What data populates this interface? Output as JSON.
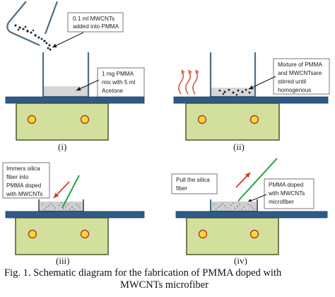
{
  "figure": {
    "caption_line1": "Fig. 1.  Schematic diagram for the fabrication of PMMA doped with",
    "caption_line2": "MWCNTs microfiber"
  },
  "colors": {
    "plate": "#2e5a86",
    "base_fill": "#d3df9c",
    "base_stroke": "#3f4e22",
    "knob_fill": "#f3dc32",
    "knob_stroke": "#b03a2c",
    "beaker_stroke": "#4d6e87",
    "solution": "#d6d6d6",
    "heat_arrow": "#d56a4f",
    "fiber_green": "#1fa347",
    "pull_arrow": "#d33a2a"
  },
  "panels": [
    {
      "label": "(i)",
      "annotations": [
        [
          "0.1 ml MWCNTs",
          "added into PMMA"
        ],
        [
          "1 mg PMMA",
          "mix with 5 ml",
          "Acetone"
        ]
      ]
    },
    {
      "label": "(ii)",
      "annotations": [
        [
          "Mixture of PMMA",
          "and MWCNTsare",
          "stirred until",
          "homogenous"
        ]
      ]
    },
    {
      "label": "(iii)",
      "annotations": [
        [
          "Immers silica",
          "fiber into",
          "PMMA doped",
          "with MWCNTs"
        ]
      ]
    },
    {
      "label": "(iv)",
      "annotations": [
        [
          "Pull the silica",
          "fiber"
        ],
        [
          "PMMA doped",
          "with MWCNTs",
          "microfiber"
        ]
      ]
    }
  ]
}
